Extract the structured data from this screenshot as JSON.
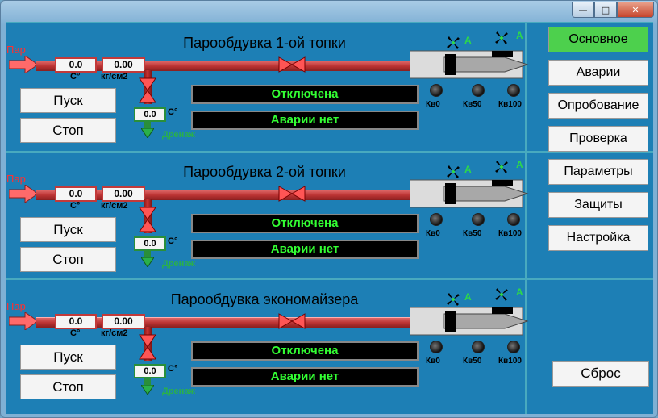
{
  "window": {
    "min": "—",
    "max": "□",
    "close": "✕"
  },
  "panels": [
    {
      "title": "Парообдувка 1-ой топки",
      "steam_label": "Пар",
      "temp": "0.0",
      "temp_unit": "С°",
      "pressure": "0.00",
      "pressure_unit": "кг/см2",
      "drain_temp": "0.0",
      "drain_unit": "С°",
      "drain_label": "Дренаж",
      "status1": "Отключена",
      "status2": "Аварии нет",
      "start": "Пуск",
      "stop": "Стоп",
      "kv0": "Кв0",
      "kv50": "Кв50",
      "kv100": "Кв100",
      "fan_a1": "А",
      "fan_a2": "А"
    },
    {
      "title": "Парообдувка 2-ой топки",
      "steam_label": "Пар",
      "temp": "0.0",
      "temp_unit": "С°",
      "pressure": "0.00",
      "pressure_unit": "кг/см2",
      "drain_temp": "0.0",
      "drain_unit": "С°",
      "drain_label": "Дренаж",
      "status1": "Отключена",
      "status2": "Аварии нет",
      "start": "Пуск",
      "stop": "Стоп",
      "kv0": "Кв0",
      "kv50": "Кв50",
      "kv100": "Кв100",
      "fan_a1": "А",
      "fan_a2": "А"
    },
    {
      "title": "Парообдувка экономайзера",
      "steam_label": "Пар",
      "temp": "0.0",
      "temp_unit": "С°",
      "pressure": "0.00",
      "pressure_unit": "кг/см2",
      "drain_temp": "0.0",
      "drain_unit": "С°",
      "drain_label": "Дренаж",
      "status1": "Отключена",
      "status2": "Аварии нет",
      "start": "Пуск",
      "stop": "Стоп",
      "kv0": "Кв0",
      "kv50": "Кв50",
      "kv100": "Кв100",
      "fan_a1": "А",
      "fan_a2": "А"
    }
  ],
  "nav": [
    {
      "label": "Основное",
      "active": true
    },
    {
      "label": "Аварии",
      "active": false
    },
    {
      "label": "Опробование",
      "active": false
    },
    {
      "label": "Проверка",
      "active": false
    },
    {
      "label": "Параметры",
      "active": false
    },
    {
      "label": "Защиты",
      "active": false
    },
    {
      "label": "Настройка",
      "active": false
    }
  ],
  "reset": "Сброс",
  "colors": {
    "active_nav": "#4dd04d",
    "status_text": "#33ff33",
    "steam": "#ff3030",
    "drain": "#2ab04a",
    "background": "#1d7fb5"
  }
}
